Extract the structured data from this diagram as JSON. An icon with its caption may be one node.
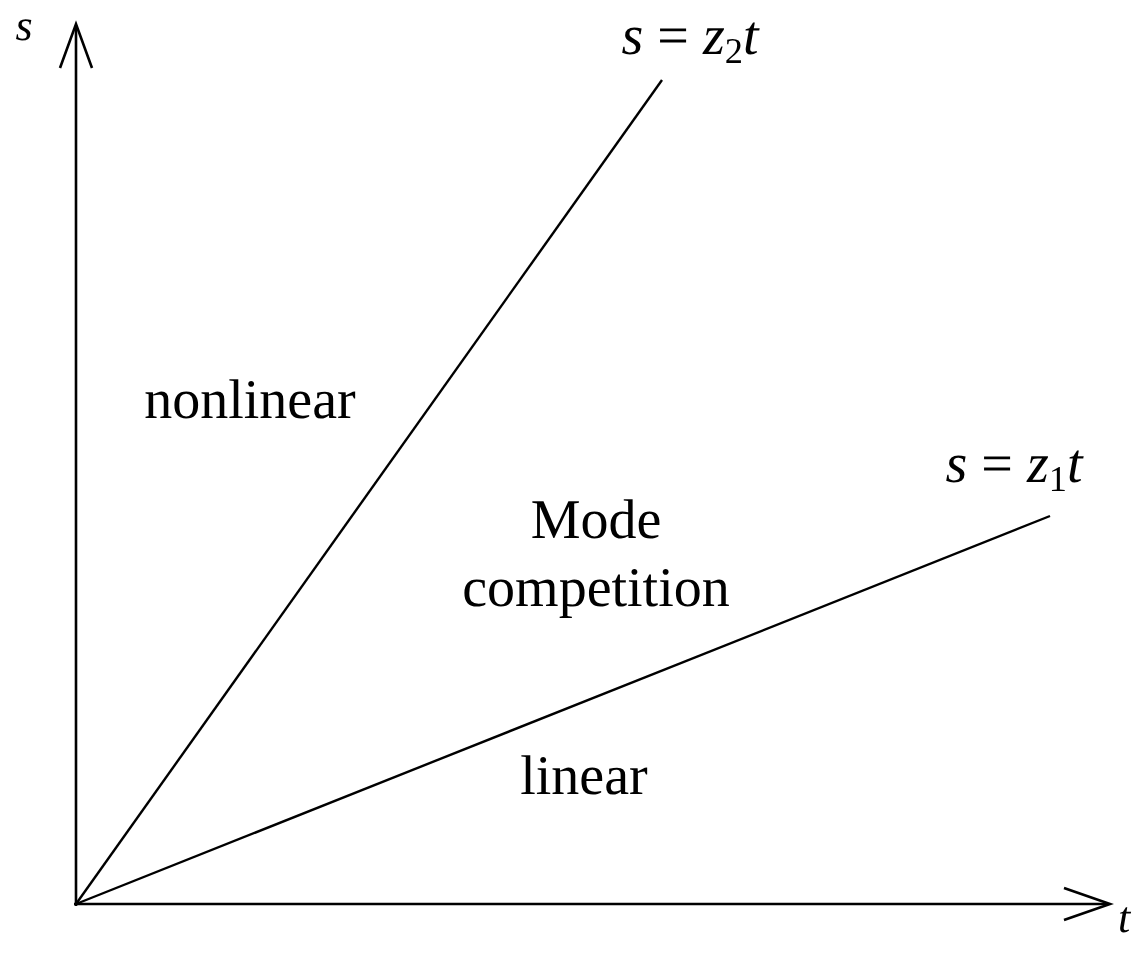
{
  "diagram": {
    "labels": [
      "*s*",
      "*t*",
      "*s* = *z*$_{2}$*t*",
      "*s* = *z*$_{1}$*t*",
      "nonlinear",
      "Mode competition",
      "linear"
    ]
  }
}
